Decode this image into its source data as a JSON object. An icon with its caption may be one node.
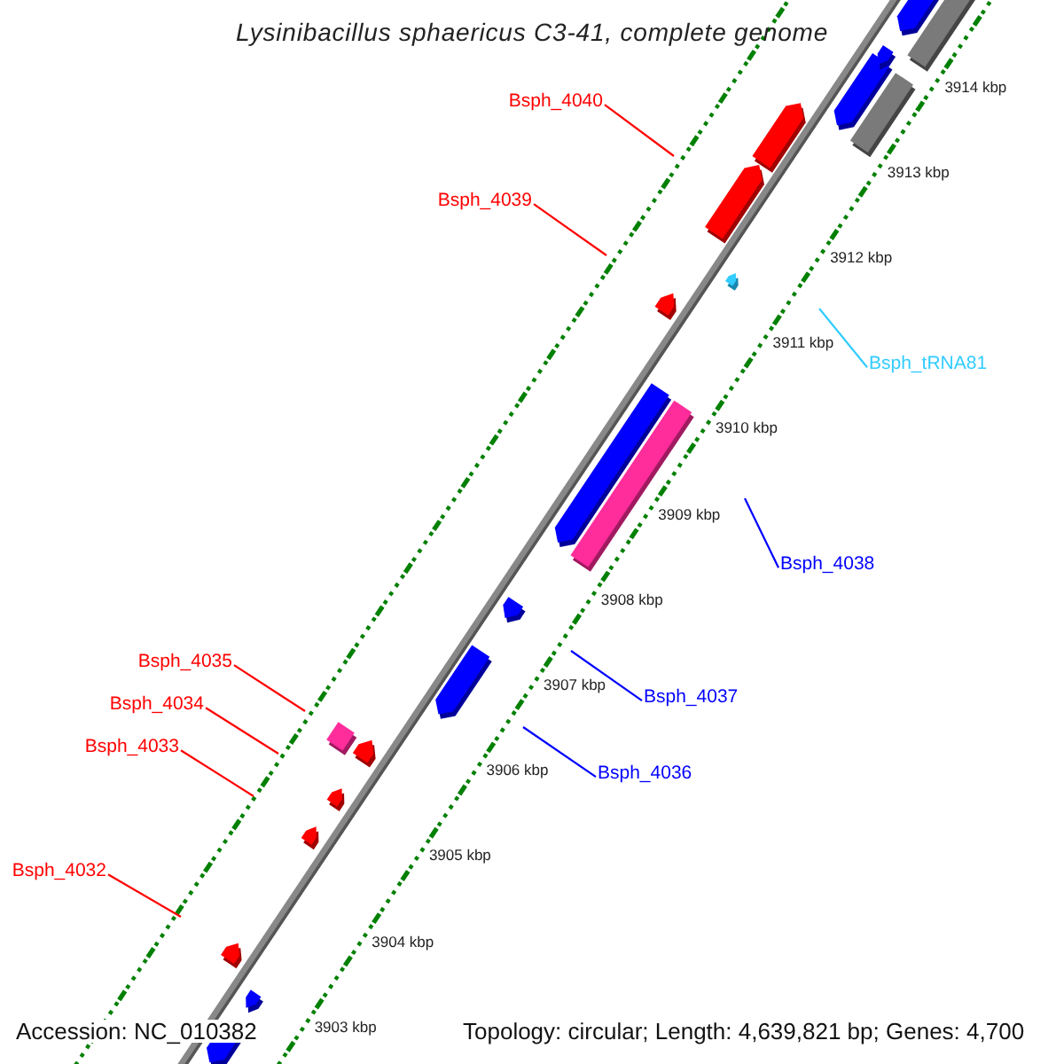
{
  "diagram": {
    "title": "Lysinibacillus sphaericus C3-41, complete genome",
    "nodes": [
      {
        "text": [
          "Bsph_4040"
        ]
      },
      {
        "text": [
          "Bsph_4039"
        ]
      },
      {
        "text": [
          "Bsph_tRNA81"
        ]
      },
      {
        "text": [
          "Bsph_4038"
        ]
      },
      {
        "text": [
          "Bsph_4035"
        ]
      },
      {
        "text": [
          "Bsph_4037"
        ]
      },
      {
        "text": [
          "Bsph_4034"
        ]
      },
      {
        "text": [
          "Bsph_4033"
        ]
      },
      {
        "text": [
          "Bsph_4036"
        ]
      },
      {
        "text": [
          "Bsph_4032"
        ]
      }
    ],
    "edges": [
      {
        "from": 0,
        "to": null,
        "arrow": "none"
      },
      {
        "from": 1,
        "to": null,
        "arrow": "none"
      },
      {
        "from": 2,
        "to": null,
        "arrow": "none",
        "color": "#33ccff"
      },
      {
        "from": 3,
        "to": null,
        "arrow": "none",
        "color": "#0000ff"
      },
      {
        "from": 4,
        "to": null,
        "arrow": "none"
      },
      {
        "from": 5,
        "to": null,
        "arrow": "none",
        "color": "#0000ff"
      },
      {
        "from": 6,
        "to": null,
        "arrow": "none"
      },
      {
        "from": 7,
        "to": null,
        "arrow": "none"
      },
      {
        "from": 8,
        "to": null,
        "arrow": "none",
        "color": "#0000ff"
      },
      {
        "from": 9,
        "to": null,
        "arrow": "none"
      }
    ],
    "labels": [
      "3914 kbp",
      "3913 kbp",
      "3912 kbp",
      "3911 kbp",
      "3910 kbp",
      "3909 kbp",
      "3908 kbp",
      "3907 kbp",
      "3906 kbp",
      "3905 kbp",
      "3904 kbp",
      "3903 kbp",
      "Accession: NC_010382",
      "Topology: circular; Length: 4,639,821 bp; Genes: 4,700"
    ]
  }
}
